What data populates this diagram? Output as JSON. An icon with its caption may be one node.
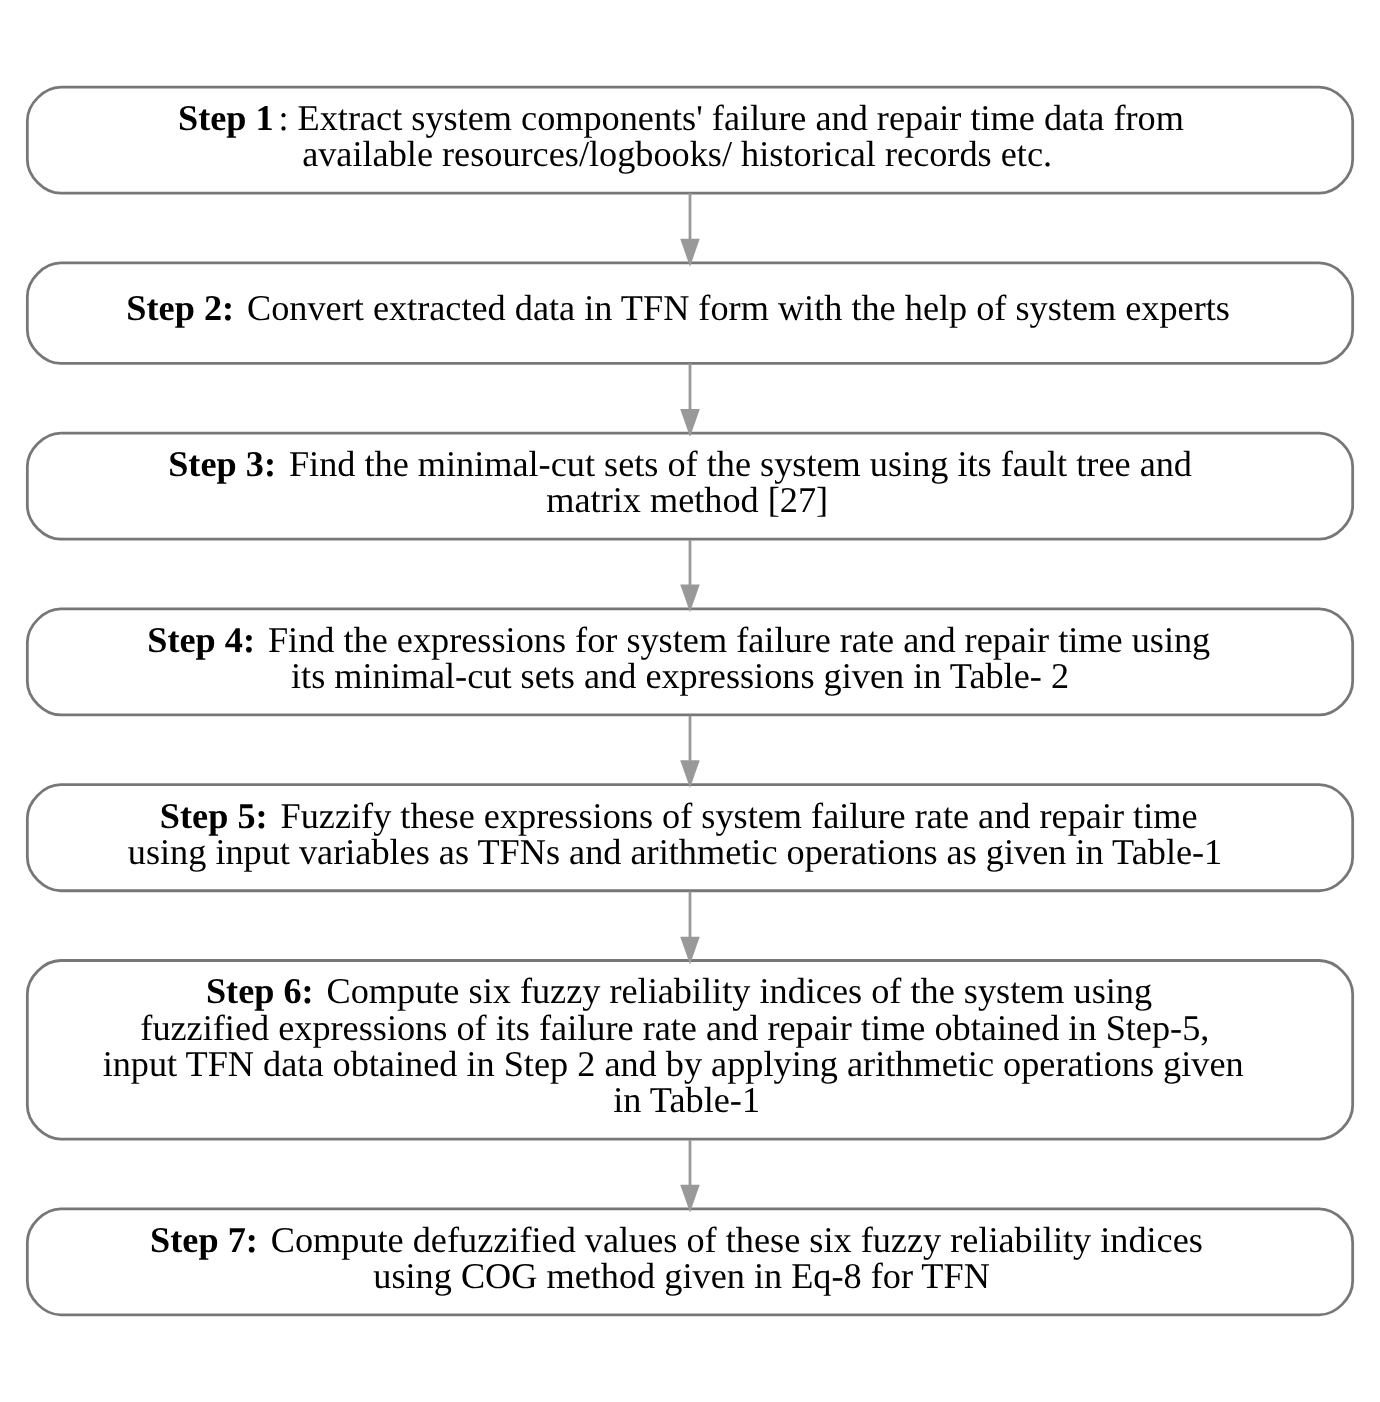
{
  "diagram": {
    "nodes": [
      {
        "text": [
          "**Step 1**: Extract system components' failure and repair time data from available resources/logbooks/ historical records etc."
        ]
      },
      {
        "text": [
          "**Step 2:** Convert extracted data in TFN form with the help of system experts"
        ]
      },
      {
        "text": [
          "**Step 3:** Find the minimal-cut sets of the system using its fault tree and matrix method [27]"
        ]
      },
      {
        "text": [
          "**Step 4:** Find the expressions for system failure rate and repair time using its minimal-cut sets and expressions given in Table- 2"
        ]
      },
      {
        "text": [
          "**Step 5:** Fuzzify these expressions of system failure rate and repair time using input variables as TFNs and arithmetic operations as given in Table-1"
        ]
      },
      {
        "text": [
          "**Step 6:** Compute six fuzzy reliability indices of the system using fuzzified expressions of its failure rate and repair time obtained in Step-5, input TFN data obtained in Step 2 and by applying arithmetic operations given in Table-1"
        ]
      },
      {
        "text": [
          "**Step 7:** Compute defuzzified values of these six fuzzy reliability indices using COG method given in Eq-8 for TFN"
        ]
      }
    ],
    "edges": [
      {
        "from": 0,
        "to": 1,
        "arrow": "to"
      },
      {
        "from": 1,
        "to": 2,
        "arrow": "to"
      },
      {
        "from": 2,
        "to": 3,
        "arrow": "to"
      },
      {
        "from": 3,
        "to": 4,
        "arrow": "to"
      },
      {
        "from": 4,
        "to": 5,
        "arrow": "to"
      },
      {
        "from": 5,
        "to": 6,
        "arrow": "to"
      }
    ]
  }
}
